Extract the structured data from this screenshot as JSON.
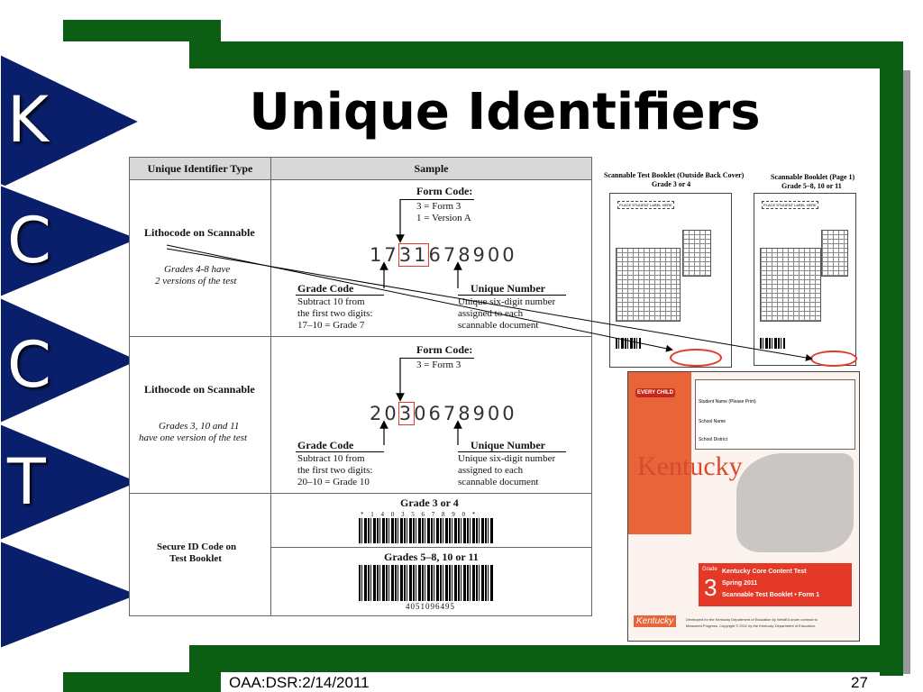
{
  "sidebar": {
    "letters": [
      "K",
      "C",
      "C",
      "T"
    ]
  },
  "title": "Unique Identifiers",
  "table": {
    "headers": [
      "Unique Identifier Type",
      "Sample"
    ],
    "row1": {
      "type_label": "Lithocode on Scannable",
      "note_line1": "Grades 4-8 have",
      "note_line2": "2 versions of the test",
      "form_code_title": "Form Code:",
      "form_code_line1": "3 = Form 3",
      "form_code_line2": "1 = Version A",
      "digits_before": "17",
      "digits_boxed": "31",
      "digits_after": "678900",
      "grade_code_title": "Grade Code",
      "grade_code_line1": "Subtract 10 from",
      "grade_code_line2": "the first two digits:",
      "grade_code_line3": "17–10 = Grade 7",
      "unique_title": "Unique Number",
      "unique_line1": "Unique six-digit number",
      "unique_line2": "assigned to each",
      "unique_line3": "scannable document"
    },
    "row2": {
      "type_label": "Lithocode on Scannable",
      "note_line1": "Grades 3, 10 and 11",
      "note_line2": "have one version of the test",
      "form_code_title": "Form Code:",
      "form_code_line1": "3 = Form 3",
      "digits_before": "20",
      "digits_boxed": "3",
      "digits_after": "0678900",
      "grade_code_title": "Grade Code",
      "grade_code_line1": "Subtract 10 from",
      "grade_code_line2": "the first two digits:",
      "grade_code_line3": "20–10 = Grade 10",
      "unique_title": "Unique Number",
      "unique_line1": "Unique six-digit number",
      "unique_line2": "assigned to each",
      "unique_line3": "scannable document"
    },
    "row3": {
      "type_line1": "Secure ID Code on",
      "type_line2": "Test Booklet",
      "barcode1_title": "Grade 3 or 4",
      "barcode1_digits": "* 1 4 0 3 5 6 7 8 9 0 *",
      "barcode2_title": "Grades 5–8, 10 or 11",
      "barcode2_digits": "4051096495"
    }
  },
  "booklets": {
    "left_title_line1": "Scannable Test Booklet (Outside Back Cover)",
    "left_title_line2": "Grade 3 or 4",
    "right_title_line1": "Scannable Booklet (Page 1)",
    "right_title_line2": "Grade 5–8, 10 or 11",
    "label_text": "PLACE STUDENT LABEL HERE"
  },
  "cover": {
    "badge": "EVERY CHILD",
    "field1": "Student Name (Please Print)",
    "field2": "School Name",
    "field3": "School District",
    "state": "Kentucky",
    "grade_word": "Grade",
    "grade_num": "3",
    "line1": "Kentucky Core Content Test",
    "line2": "Spring 2011",
    "line3": "Scannable Test Booklet • Form 1",
    "footer_logo": "Kentucky",
    "footer_text1": "Developed for the Kentucky Department of Education by WestEd under contract to",
    "footer_text2": "Measured Progress. Copyright © 2011 by the Kentucky Department of Education."
  },
  "footer": {
    "left": "OAA:DSR:2/14/2011",
    "page": "27"
  },
  "colors": {
    "green": "#0b5e13",
    "navy": "#0a1f6b",
    "red": "#e53927",
    "orange": "#e8653a"
  }
}
